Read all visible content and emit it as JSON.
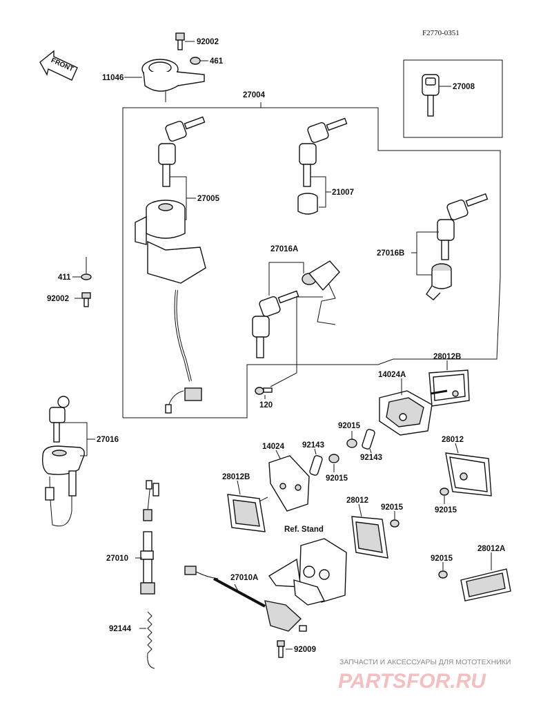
{
  "diagram_code": "F2770-0351",
  "front_label": "FRONT",
  "parts": {
    "p92002_top": "92002",
    "p461": "461",
    "p11046": "11046",
    "p27004": "27004",
    "p27008": "27008",
    "p27005": "27005",
    "p21007": "21007",
    "p27016A": "27016A",
    "p27016B": "27016B",
    "p411": "411",
    "p92002_left": "92002",
    "p120": "120",
    "p27016": "27016",
    "p28012B_top": "28012B",
    "p14024A": "14024A",
    "p92015_a": "92015",
    "p92143_a": "92143",
    "p92143_b": "92143",
    "p14024": "14024",
    "p92015_b": "92015",
    "p28012_right": "28012",
    "p92015_c": "92015",
    "p28012B_left": "28012B",
    "p28012_mid": "28012",
    "p92015_d": "92015",
    "ref_stand": "Ref. Stand",
    "p27010": "27010",
    "p27010A": "27010A",
    "p92015_e": "92015",
    "p28012A": "28012A",
    "p92144": "92144",
    "p92009": "92009"
  },
  "watermark": {
    "line1": "ЗАПЧАСТИ И АКСЕССУАРЫ ДЛЯ МОТОТЕХНИКИ",
    "line2": "PARTSFOR.RU",
    "color": "#f2c0c0"
  }
}
